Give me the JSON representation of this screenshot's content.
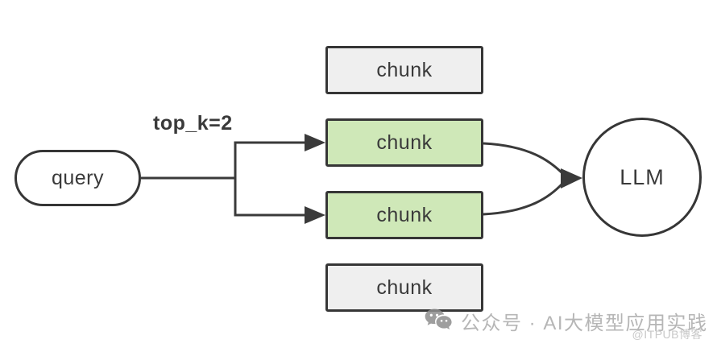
{
  "diagram": {
    "type": "flowchart",
    "query": {
      "label": "query"
    },
    "branch_label": "top_k=2",
    "chunks": [
      {
        "label": "chunk",
        "selected": false
      },
      {
        "label": "chunk",
        "selected": true
      },
      {
        "label": "chunk",
        "selected": true
      },
      {
        "label": "chunk",
        "selected": false
      }
    ],
    "llm": {
      "label": "LLM"
    },
    "colors": {
      "selected_chunk_fill": "#cfe8b8",
      "unselected_chunk_fill": "#efefef",
      "node_border": "#363636",
      "edge_stroke": "#3a3a3a",
      "text": "#3a3a3a",
      "watermark_text": "#b6b6b6",
      "watermark_handle": "#c8c8c8"
    }
  },
  "watermark": {
    "icon": "wechat-icon",
    "text": "公众号 · AI大模型应用实践",
    "handle": "@ITPUB博客"
  }
}
